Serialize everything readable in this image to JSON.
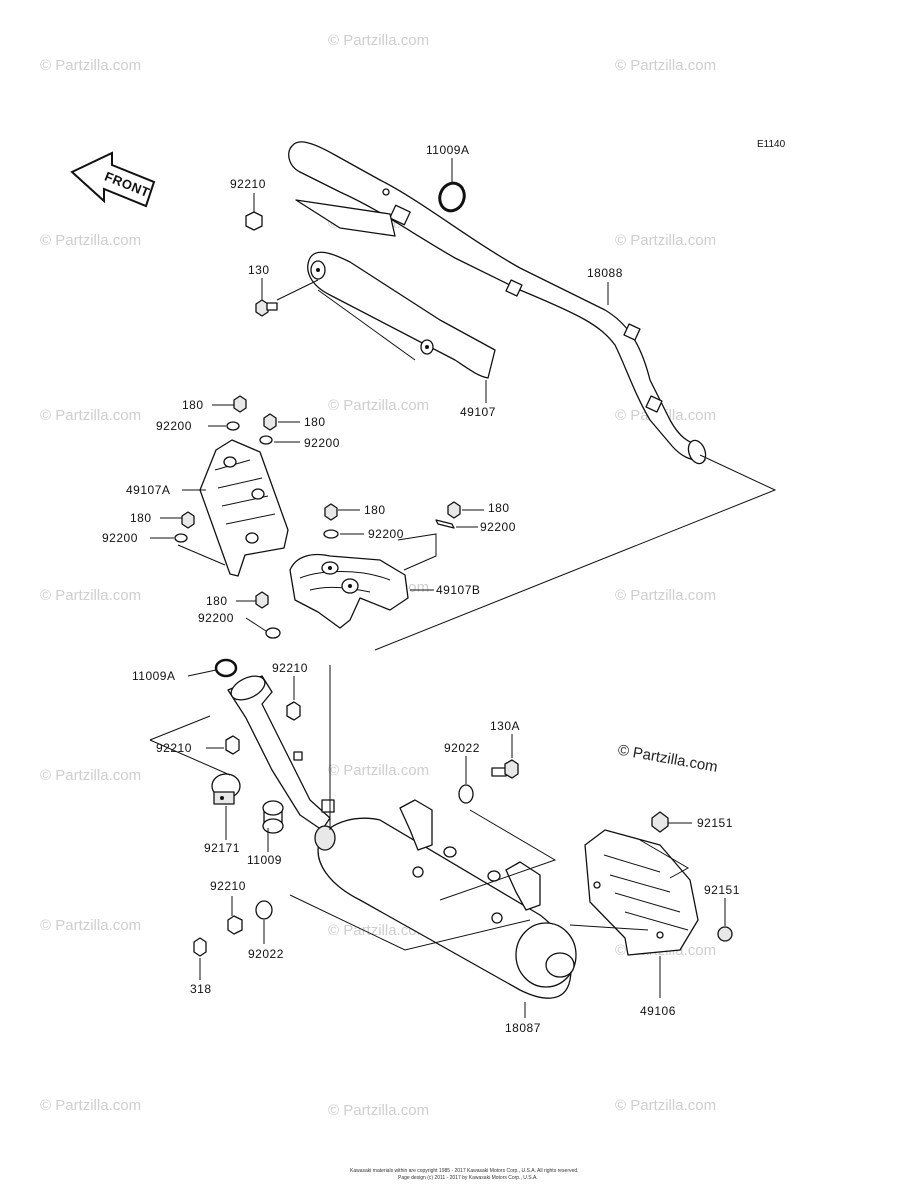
{
  "diagram_code": "E1140",
  "front_label": "FRONT",
  "watermark_text": "© Partzilla.com",
  "copyright_lines": [
    "Kawasaki materials within are copyright 1985 - 2017 Kawasaki Motors Corp., U.S.A. All rights reserved.",
    "Page design (c) 2011 - 2017 by Kawasaki Motors Corp., U.S.A."
  ],
  "labels": [
    "11009A",
    "92210",
    "130",
    "18088",
    "49107",
    "180",
    "92200",
    "180",
    "92200",
    "49107A",
    "180",
    "92200",
    "180",
    "92200",
    "180",
    "92200",
    "49107B",
    "180",
    "92200",
    "11009A",
    "92210",
    "92210",
    "130A",
    "92022",
    "92171",
    "11009",
    "92151",
    "92210",
    "92151",
    "92022",
    "318",
    "18087",
    "49106"
  ]
}
